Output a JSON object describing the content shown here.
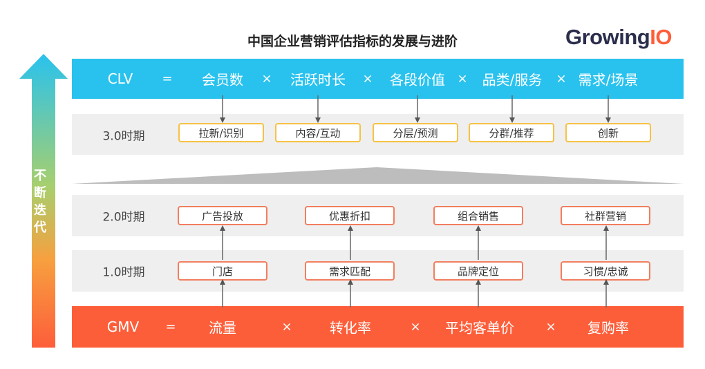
{
  "title": "中国企业营销评估指标的发展与进阶",
  "logo": {
    "part1": "Growing",
    "part2": "IO"
  },
  "side_label": [
    "不",
    "断",
    "迭",
    "代"
  ],
  "clv": {
    "terms": [
      "CLV",
      "=",
      "会员数",
      "×",
      "活跃时长",
      "×",
      "各段价值",
      "×",
      "品类/服务",
      "×",
      "需求/场景"
    ]
  },
  "period3": {
    "label": "3.0时期",
    "items": [
      "拉新/识别",
      "内容/互动",
      "分层/预测",
      "分群/推荐",
      "创新"
    ]
  },
  "period2": {
    "label": "2.0时期",
    "items": [
      "广告投放",
      "优惠折扣",
      "组合销售",
      "社群营销"
    ]
  },
  "period1": {
    "label": "1.0时期",
    "items": [
      "门店",
      "需求匹配",
      "品牌定位",
      "习惯/忠诚"
    ]
  },
  "gmv": {
    "terms": [
      "GMV",
      "=",
      "流量",
      "×",
      "转化率",
      "×",
      "平均客单价",
      "×",
      "复购率"
    ]
  },
  "colors": {
    "clv_band": "#29c2ee",
    "gmv_band": "#fd5e3a",
    "period_row": "#efefef",
    "chip_border_3": "#f6c244",
    "chip_border_12": "#f27e5e",
    "logo_dark": "#2b2d4c",
    "logo_accent": "#fd5e3a"
  }
}
